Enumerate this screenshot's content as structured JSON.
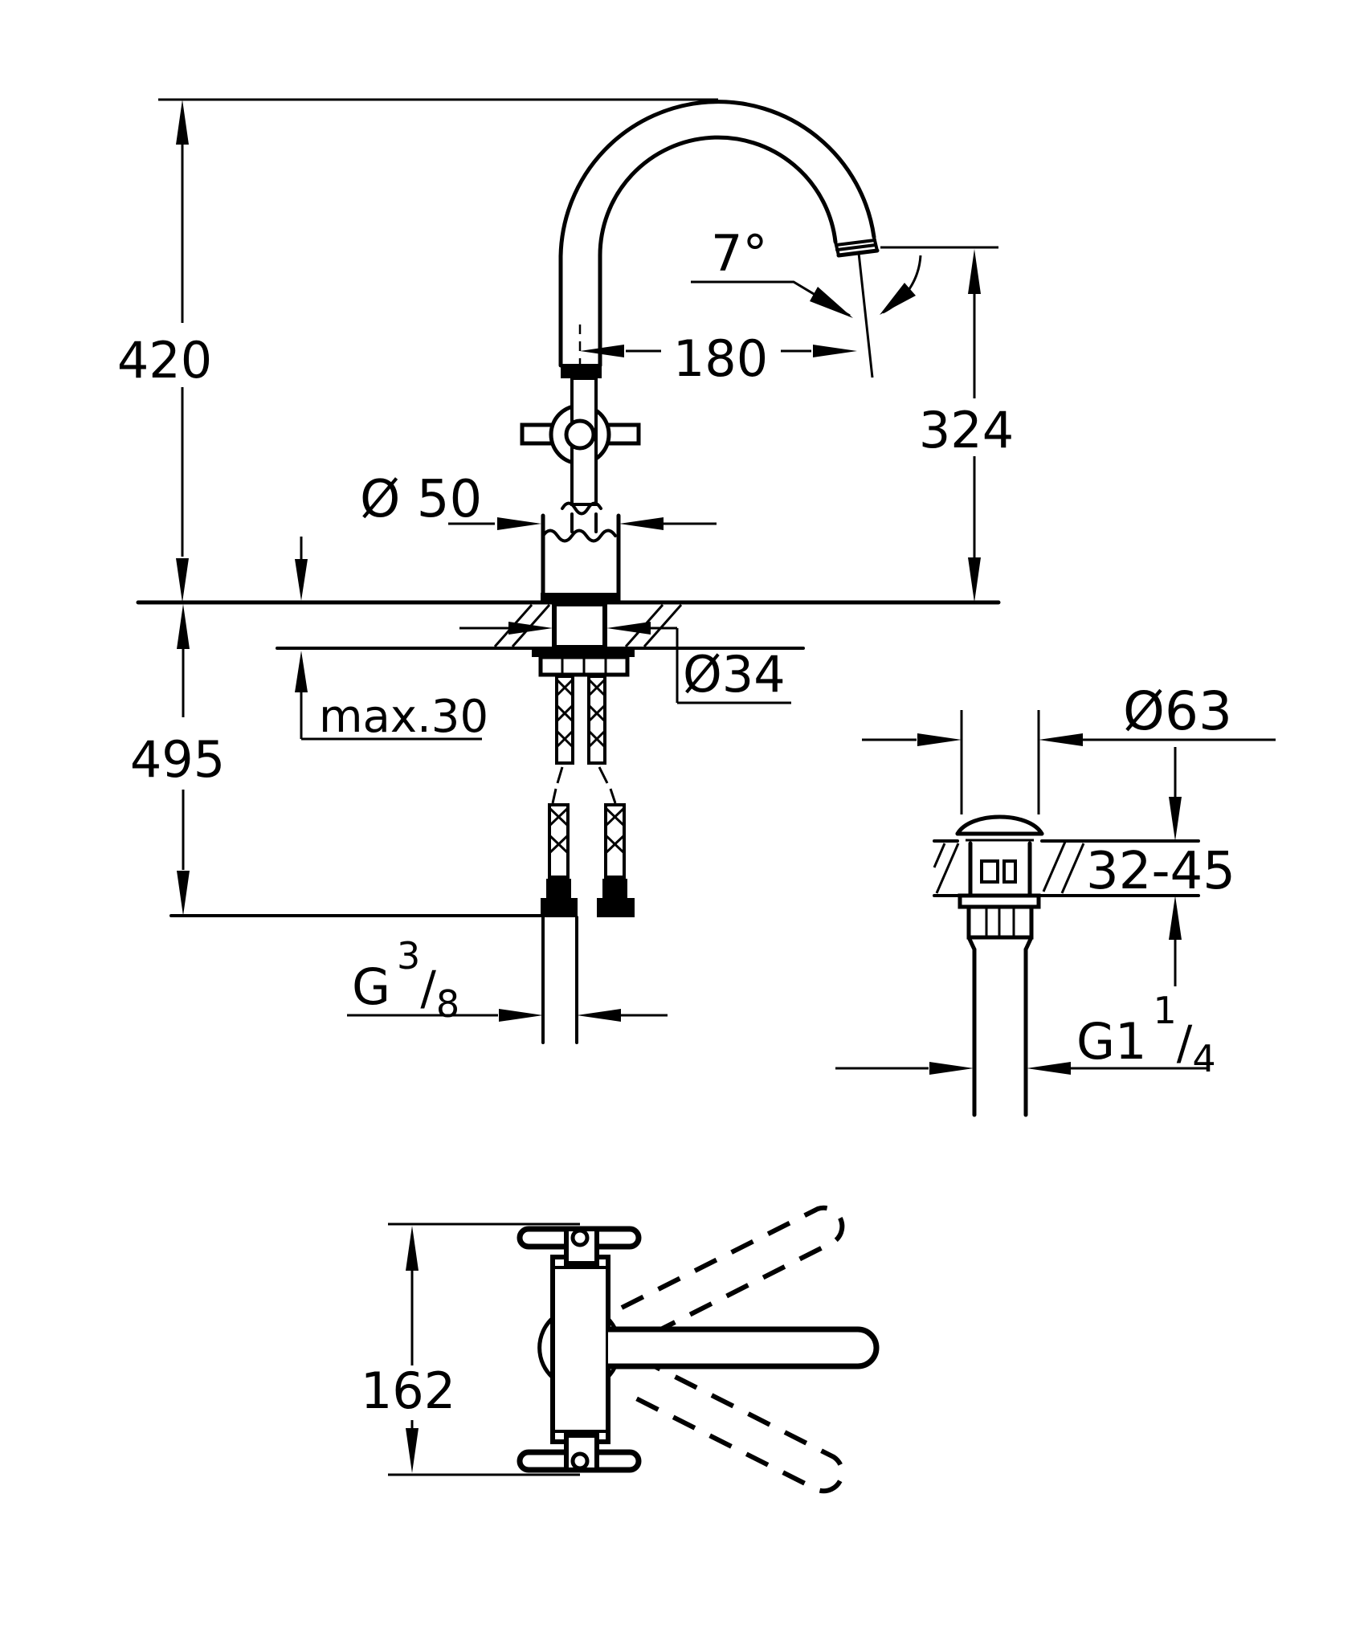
{
  "drawing": {
    "kind": "faucet-installation-dimension-drawing",
    "ink_color": "#000000",
    "paper_color": "#ffffff",
    "side_view": {
      "labels": {
        "overall_height": "420",
        "spout_angle": "7°",
        "spout_reach": "180",
        "outlet_height": "324",
        "body_diameter": "Ø 50",
        "hole_diameter": "Ø34",
        "max_deck_thickness": "max.30",
        "below_deck_depth": "495",
        "supply_thread": {
          "base": "G",
          "numerator": "3",
          "slash": "/",
          "denominator": "8"
        }
      }
    },
    "drain_view": {
      "labels": {
        "flange_diameter": "Ø63",
        "deck_thickness_range": "32-45",
        "waste_thread": {
          "base": "G1",
          "numerator": "1",
          "slash": "/",
          "denominator": "4"
        }
      }
    },
    "top_view": {
      "labels": {
        "handle_span": "162"
      }
    }
  }
}
